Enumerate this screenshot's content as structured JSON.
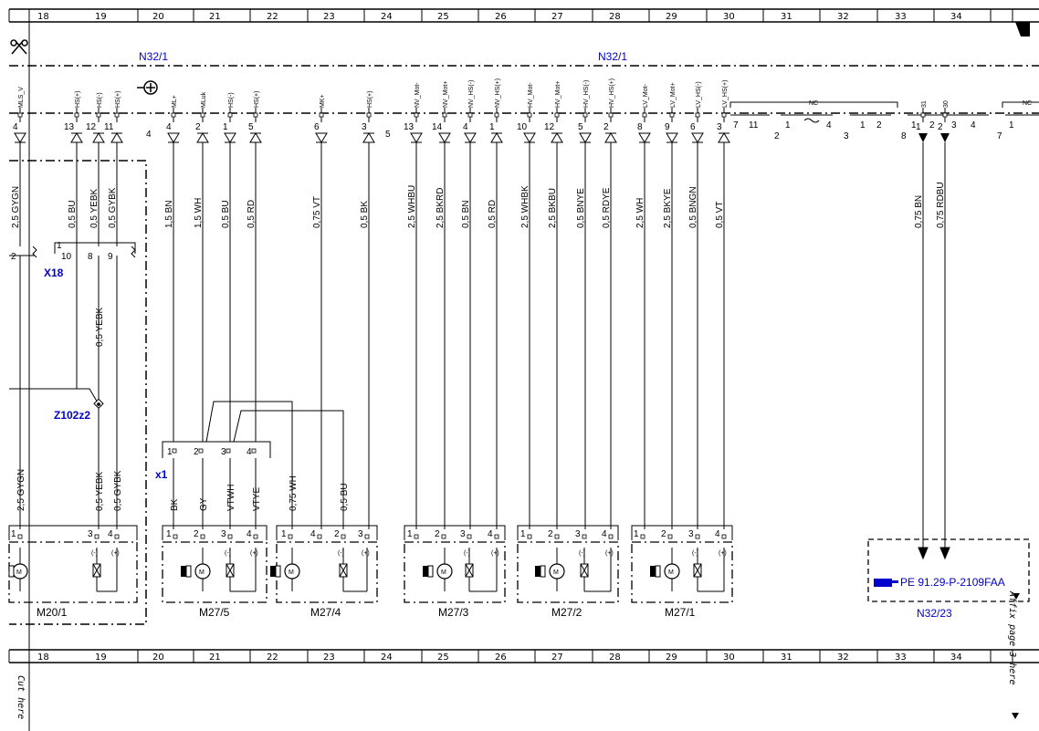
{
  "ruler": {
    "numbers": [
      "18",
      "19",
      "20",
      "21",
      "22",
      "23",
      "24",
      "25",
      "26",
      "27",
      "28",
      "29",
      "30",
      "31",
      "32",
      "33",
      "34"
    ]
  },
  "connector_labels": {
    "n32_1_left": "N32/1",
    "n32_1_right": "N32/1",
    "x18": "X18",
    "z102": "Z102z2",
    "x1": "x1"
  },
  "signals": [
    {
      "pin": "4",
      "name": "MLS_V"
    },
    {
      "pin": "13",
      "name": "HS(+)"
    },
    {
      "pin": "12",
      "name": "HS(-)"
    },
    {
      "pin": "11",
      "name": "HS(+)"
    },
    {
      "pin": "4",
      "name": "ML+"
    },
    {
      "pin": "2",
      "name": "MLuk"
    },
    {
      "pin": "1",
      "name": "HS(-)"
    },
    {
      "pin": "5",
      "name": "HS(+)"
    },
    {
      "pin": "6",
      "name": "MK+"
    },
    {
      "pin": "3",
      "name": "HS(+)"
    },
    {
      "pin": "13",
      "name": "NV_Mot-"
    },
    {
      "pin": "14",
      "name": "NV_Mot+"
    },
    {
      "pin": "4",
      "name": "NV_HS(-)"
    },
    {
      "pin": "1",
      "name": "NV_HS(+)"
    },
    {
      "pin": "10",
      "name": "HV_Mot-"
    },
    {
      "pin": "12",
      "name": "HV_Mot+"
    },
    {
      "pin": "5",
      "name": "HV_HS(-)"
    },
    {
      "pin": "2",
      "name": "HV_HS(+)"
    },
    {
      "pin": "8",
      "name": "LV_Mot-"
    },
    {
      "pin": "9",
      "name": "LV_Mot+"
    },
    {
      "pin": "6",
      "name": "LV_HS(-)"
    },
    {
      "pin": "3",
      "name": "LV_HS(+)"
    },
    {
      "pin": "1",
      "name": "31"
    },
    {
      "pin": "2",
      "name": "30"
    }
  ],
  "connector_group_labels": [
    "4",
    "5",
    "2",
    "3",
    "8",
    "7"
  ],
  "nc_label": "NC",
  "right_pins": [
    "7",
    "11",
    "1",
    "4",
    "1",
    "2",
    "1",
    "2",
    "3",
    "4",
    "1"
  ],
  "wires_top": [
    {
      "text": "2,5 GYGN"
    },
    {
      "text": "0,5 BU"
    },
    {
      "text": "0,5 YEBK"
    },
    {
      "text": "0,5 GYBK"
    },
    {
      "text": "1,5 BN"
    },
    {
      "text": "1,5 WH"
    },
    {
      "text": "0,5 BU"
    },
    {
      "text": "0,5 RD"
    },
    {
      "text": "0,75 VT"
    },
    {
      "text": "0,5 BK"
    },
    {
      "text": "2,5 WHBU"
    },
    {
      "text": "2,5 BKRD"
    },
    {
      "text": "0,5 BN"
    },
    {
      "text": "0,5 RD"
    },
    {
      "text": "2,5 WHBK"
    },
    {
      "text": "2,5 BKBU"
    },
    {
      "text": "0,5 BNYE"
    },
    {
      "text": "0,5 RDYE"
    },
    {
      "text": "2,5 WH"
    },
    {
      "text": "2,5 BKYE"
    },
    {
      "text": "0,5 BNGN"
    },
    {
      "text": "0,5 VT"
    },
    {
      "text": "0,75 BN"
    },
    {
      "text": "0,75 RDBU"
    }
  ],
  "x18_pins": [
    "2",
    "1",
    "10",
    "8",
    "9"
  ],
  "wire_mid": {
    "text": "0,5 YEBK"
  },
  "wires_bottom": [
    {
      "text": "2,5 GYGN"
    },
    {
      "text": "0,5 YEBK"
    },
    {
      "text": "0,5 GYBK"
    },
    {
      "text": "BK"
    },
    {
      "text": "GY"
    },
    {
      "text": "VTWH"
    },
    {
      "text": "VTYE"
    },
    {
      "text": "0,75 WH"
    },
    {
      "text": "0,5 BU"
    }
  ],
  "x1_pins": [
    "1",
    "2",
    "3",
    "4"
  ],
  "components": [
    {
      "label": "M20/1"
    },
    {
      "label": "M27/5"
    },
    {
      "label": "M27/4"
    },
    {
      "label": "M27/3"
    },
    {
      "label": "M27/2"
    },
    {
      "label": "M27/1"
    }
  ],
  "n32_23": {
    "label": "N32/23",
    "ref": "PE 91.29-P-2109FAA"
  },
  "side_text": {
    "cut": "Cut here",
    "affix": "Affix page 3 here"
  },
  "colors": {
    "line": "#000000",
    "label_blue": "#0000cc"
  }
}
